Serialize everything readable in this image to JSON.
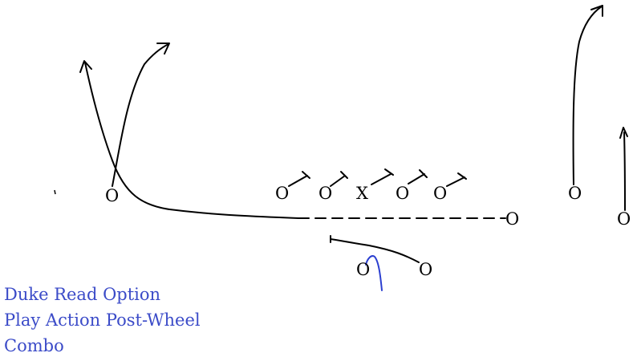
{
  "colors": {
    "ink": "#000000",
    "caption": "#3b4bc8",
    "qb_route": "#2b3fd0"
  },
  "players": {
    "wr_left": "O",
    "lt": "O",
    "lg": "O",
    "center": "X",
    "rg": "O",
    "rt": "O",
    "te": "O",
    "wr_slot_right": "O",
    "wr_far_right": "O",
    "qb": "O",
    "rb": "O"
  },
  "caption": {
    "line1": "Duke Read Option",
    "line2": "Play Action Post-Wheel",
    "line3": "Combo"
  }
}
